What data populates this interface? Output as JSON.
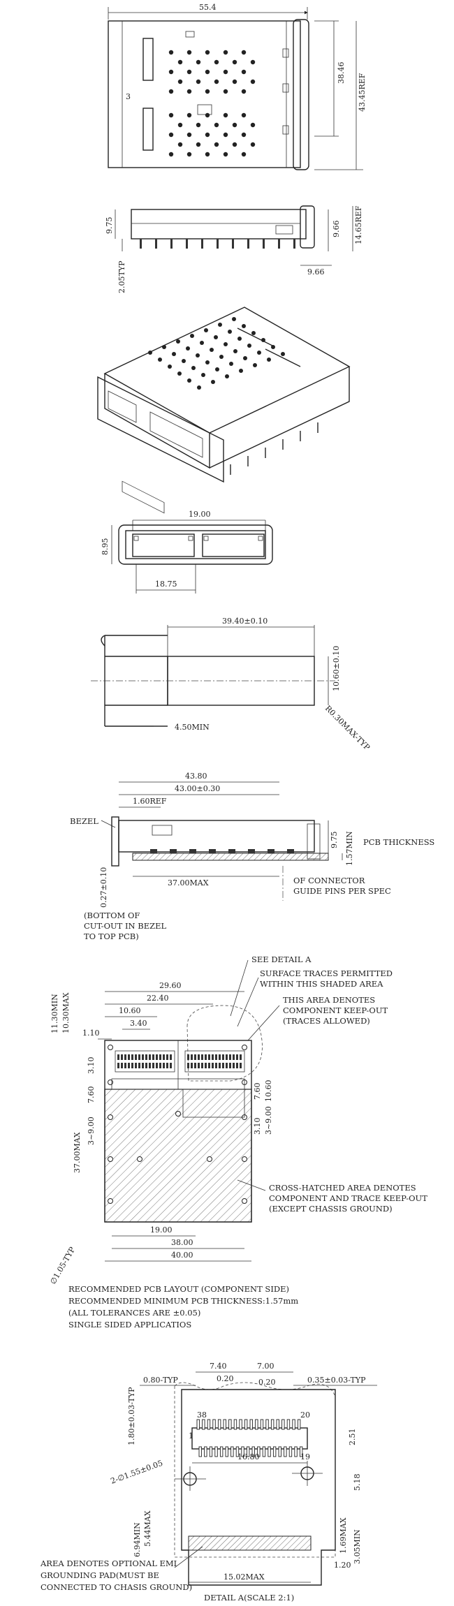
{
  "view_top": {
    "width": "55.4",
    "height1": "38.46",
    "height2": "43.45REF",
    "tick_label": "3"
  },
  "view_side": {
    "left_height": "9.75",
    "right_h1": "9.66",
    "right_h2": "14.65REF",
    "bottom_offset": "9.66",
    "pin_len": "2.05TYP"
  },
  "view_front": {
    "width_top": "19.00",
    "width_bottom": "18.75",
    "height": "8.95"
  },
  "view_cutout": {
    "width": "39.40±0.10",
    "height": "10.60±0.10",
    "min_len": "4.50MIN",
    "radius": "R0.30MAX-TYP"
  },
  "view_mount": {
    "d1": "43.80",
    "d2": "43.00±0.30",
    "d3": "1.60REF",
    "d4": "37.00MAX",
    "bezel_label": "BEZEL",
    "right_h": "9.75",
    "pcb_thk": "1.57MIN",
    "pcb_label": "PCB THICKNESS",
    "left_tol": "0.27±0.10",
    "cl_label_1": "OF CONNECTOR",
    "cl_label_2": "GUIDE PINS PER SPEC",
    "note_1": "(BOTTOM OF",
    "note_2": "CUT-OUT IN BEZEL",
    "note_3": "TO TOP PCB)"
  },
  "view_layout": {
    "callout_detail": "SEE DETAIL A",
    "callout_traces_1": "SURFACE TRACES PERMITTED",
    "callout_traces_2": "WITHIN THIS SHADED AREA",
    "callout_keepout_1": "THIS AREA DENOTES",
    "callout_keepout_2": "COMPONENT KEEP-OUT",
    "callout_keepout_3": "(TRACES ALLOWED)",
    "callout_cross_1": "CROSS-HATCHED AREA DENOTES",
    "callout_cross_2": "COMPONENT AND TRACE KEEP-OUT",
    "callout_cross_3": "(EXCEPT CHASSIS GROUND)",
    "d29_60": "29.60",
    "d22_40": "22.40",
    "d10_60": "10.60",
    "d3_40": "3.40",
    "d1_10": "1.10",
    "d11_30": "11.30MIN",
    "d10_30": "10.30MAX",
    "d3_10a": "3.10",
    "d7_60a": "7.60",
    "d3_9a": "3~9.00",
    "d37": "37.00MAX",
    "d7_60b": "7.60",
    "d10_60v": "10.60",
    "d3_10b": "3.10",
    "d3_9b": "3~9.00",
    "d19": "19.00",
    "d38": "38.00",
    "d40": "40.00",
    "hole_dia": "∅1.05-TYP",
    "rec_1": "RECOMMENDED PCB LAYOUT (COMPONENT SIDE)",
    "rec_2": "RECOMMENDED MINIMUM PCB THICKNESS:1.57mm",
    "rec_3": "(ALL TOLERANCES ARE ±0.05)",
    "rec_4": "SINGLE SIDED APPLICATIOS"
  },
  "view_detail": {
    "d7_40": "7.40",
    "d7_00": "7.00",
    "d0_80": "0.80-TYP",
    "d0_20a": "0.20",
    "d0_20b": "0.20",
    "d0_35": "0.35±0.03-TYP",
    "d1_80": "1.80±0.03-TYP",
    "pin38": "38",
    "pin20": "20",
    "pin1": "1",
    "pin19": "19",
    "d2_51": "2.51",
    "d16_80": "16.80",
    "holes": "2-∅1.55±0.05",
    "d5_18": "5.18",
    "d6_94": "6.94MIN",
    "d5_44": "5.44MAX",
    "d1_69": "1.69MAX",
    "d3_05": "3.05MIN",
    "d1_20": "1.20",
    "d15_02": "15.02MAX",
    "emi_1": "AREA DENOTES OPTIONAL EMI",
    "emi_2": "GROUNDING PAD(MUST BE",
    "emi_3": "CONNECTED TO CHASIS GROUND)",
    "caption": "DETAIL A(SCALE 2:1)"
  }
}
